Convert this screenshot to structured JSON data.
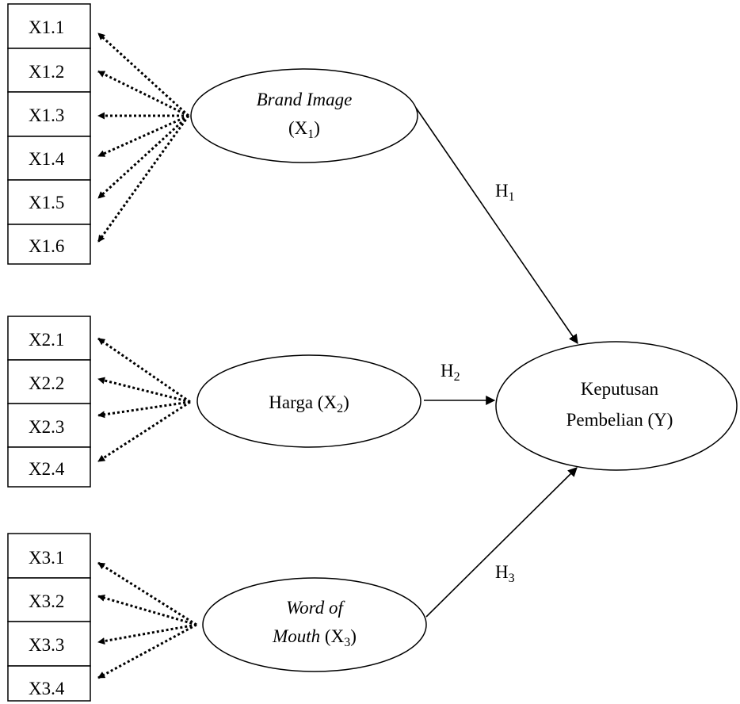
{
  "constructs": {
    "x1": {
      "name": "Brand Image",
      "code": "(X",
      "sub": "1",
      "close": ")"
    },
    "x2": {
      "name": "Harga (X",
      "sub": "2",
      "close": ")"
    },
    "x3": {
      "line1": "Word of",
      "name": "Mouth",
      "code": " (X",
      "sub": "3",
      "close": ")"
    },
    "y": {
      "line1": "Keputusan",
      "line2": "Pembelian (Y)"
    }
  },
  "indicators": {
    "x1": [
      "X1.1",
      "X1.2",
      "X1.3",
      "X1.4",
      "X1.5",
      "X1.6"
    ],
    "x2": [
      "X2.1",
      "X2.2",
      "X2.3",
      "X2.4"
    ],
    "x3": [
      "X3.1",
      "X3.2",
      "X3.3",
      "X3.4"
    ]
  },
  "hypotheses": {
    "h1": {
      "label": "H",
      "sub": "1"
    },
    "h2": {
      "label": "H",
      "sub": "2"
    },
    "h3": {
      "label": "H",
      "sub": "3"
    }
  },
  "colors": {
    "line": "#000000",
    "background": "#ffffff"
  }
}
